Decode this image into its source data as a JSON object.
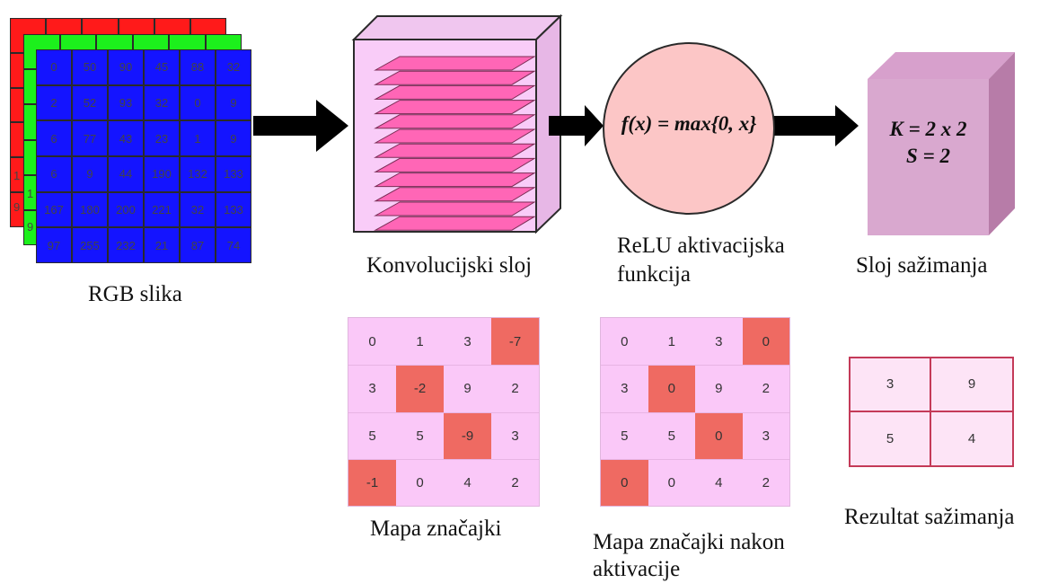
{
  "rgb": {
    "label": "RGB slika",
    "colors": {
      "red": "#ff1a1a",
      "green": "#1cf01c",
      "blue": "#1414ff"
    },
    "red_visible": [
      "1",
      "1",
      "9"
    ],
    "green_visible": [
      "1",
      "9"
    ],
    "blue_matrix": [
      [
        "0",
        "50",
        "90",
        "45",
        "88",
        "32"
      ],
      [
        "2",
        "52",
        "93",
        "32",
        "0",
        "9"
      ],
      [
        "6",
        "77",
        "43",
        "23",
        "1",
        "9"
      ],
      [
        "6",
        "9",
        "44",
        "190",
        "132",
        "133"
      ],
      [
        "167",
        "180",
        "200",
        "221",
        "32",
        "133"
      ],
      [
        "97",
        "255",
        "232",
        "21",
        "87",
        "74"
      ]
    ]
  },
  "conv": {
    "label": "Konvolucijski sloj"
  },
  "relu": {
    "formula": "f(x) = max{0, x}",
    "label_line1": "ReLU aktivacijska",
    "label_line2": "funkcija"
  },
  "pooling": {
    "k_text": "K = 2 x 2",
    "s_text": "S = 2",
    "label": "Sloj sažimanja"
  },
  "feature_map": {
    "label": "Mapa značajki",
    "values": [
      [
        "0",
        "1",
        "3",
        "-7"
      ],
      [
        "3",
        "-2",
        "9",
        "2"
      ],
      [
        "5",
        "5",
        "-9",
        "3"
      ],
      [
        "-1",
        "0",
        "4",
        "2"
      ]
    ],
    "highlight": [
      [
        0,
        3
      ],
      [
        1,
        1
      ],
      [
        2,
        2
      ],
      [
        3,
        0
      ]
    ]
  },
  "activated_map": {
    "label_line1": "Mapa značajki nakon",
    "label_line2": "aktivacije",
    "values": [
      [
        "0",
        "1",
        "3",
        "0"
      ],
      [
        "3",
        "0",
        "9",
        "2"
      ],
      [
        "5",
        "5",
        "0",
        "3"
      ],
      [
        "0",
        "0",
        "4",
        "2"
      ]
    ],
    "highlight": [
      [
        0,
        3
      ],
      [
        1,
        1
      ],
      [
        2,
        2
      ],
      [
        3,
        0
      ]
    ]
  },
  "pooled": {
    "label": "Rezultat sažimanja",
    "values": [
      [
        "3",
        "9"
      ],
      [
        "5",
        "4"
      ]
    ]
  }
}
